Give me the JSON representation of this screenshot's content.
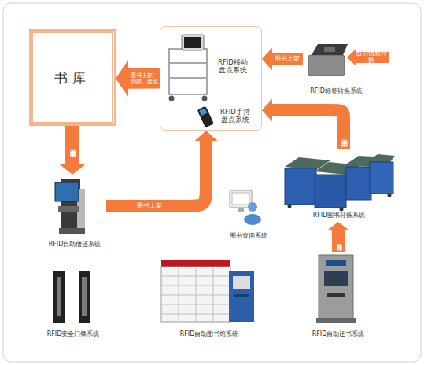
{
  "diagram": {
    "nodes": [
      {
        "text": [
          "书库"
        ]
      },
      {
        "text": []
      },
      {
        "text": [
          "RFID移动盘点系统"
        ],
        "in": 1
      },
      {
        "text": [
          "RFID手持盘点系统"
        ],
        "in": 1
      },
      {
        "text": [
          "RFID标签转换系统"
        ]
      },
      {
        "text": [
          "RFID自助借还系统"
        ]
      },
      {
        "text": [
          "图书查询系统"
        ]
      },
      {
        "text": [
          "RFID图书分拣系统"
        ]
      },
      {
        "text": [
          "RFID安全门禁系统"
        ]
      },
      {
        "text": [
          "RFID自助图书馆系统"
        ]
      },
      {
        "text": [
          "RFID自助还书系统"
        ]
      }
    ],
    "edges": [
      {
        "from": 1,
        "to": 0,
        "arrow": "to",
        "label": "图书上架、倒架、盘点"
      },
      {
        "from": 4,
        "to": 1,
        "arrow": "to",
        "label": "图书上架"
      },
      {
        "from": 0,
        "to": 5,
        "arrow": "to",
        "label": "图书借阅"
      },
      {
        "from": 5,
        "to": 1,
        "arrow": "to",
        "label": "图书上架"
      },
      {
        "from": 7,
        "to": 1,
        "arrow": "to",
        "label": "图书上架"
      },
      {
        "from": 10,
        "to": 7,
        "arrow": "to",
        "label": "图书分拣"
      }
    ],
    "labels": [
      "图书信息转换"
    ]
  }
}
